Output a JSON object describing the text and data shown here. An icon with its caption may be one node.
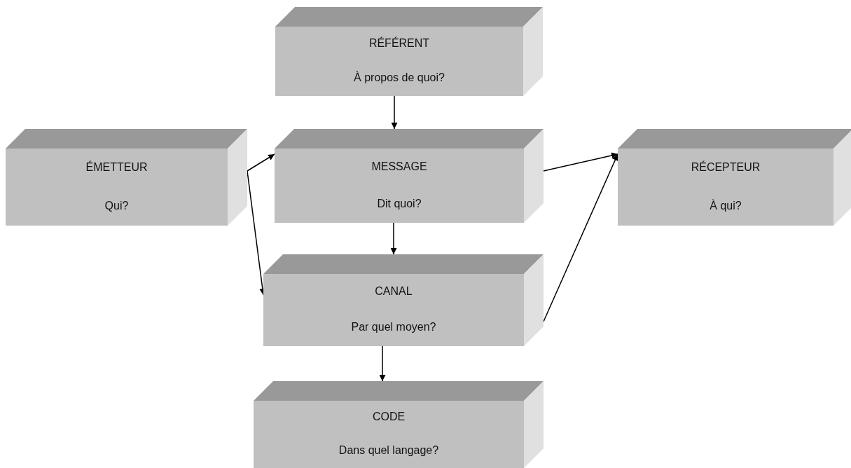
{
  "diagram": {
    "nodes": [
      {
        "text": [
          "RÉFÉRENT",
          "À propos de quoi?"
        ]
      },
      {
        "text": [
          "ÉMETTEUR",
          "Qui?"
        ]
      },
      {
        "text": [
          "MESSAGE",
          "Dit quoi?"
        ]
      },
      {
        "text": [
          "RÉCEPTEUR",
          "À qui?"
        ]
      },
      {
        "text": [
          "CANAL",
          "Par quel moyen?"
        ]
      },
      {
        "text": [
          "CODE",
          "Dans quel langage?"
        ]
      }
    ],
    "edges": [
      {
        "from": 0,
        "to": 2,
        "arrow": "to"
      },
      {
        "from": 1,
        "to": 2,
        "arrow": "to"
      },
      {
        "from": 1,
        "to": 4,
        "arrow": "to"
      },
      {
        "from": 2,
        "to": 3,
        "arrow": "to"
      },
      {
        "from": 2,
        "to": 4,
        "arrow": "to"
      },
      {
        "from": 4,
        "to": 3,
        "arrow": "to"
      },
      {
        "from": 4,
        "to": 5,
        "arrow": "to"
      }
    ]
  }
}
